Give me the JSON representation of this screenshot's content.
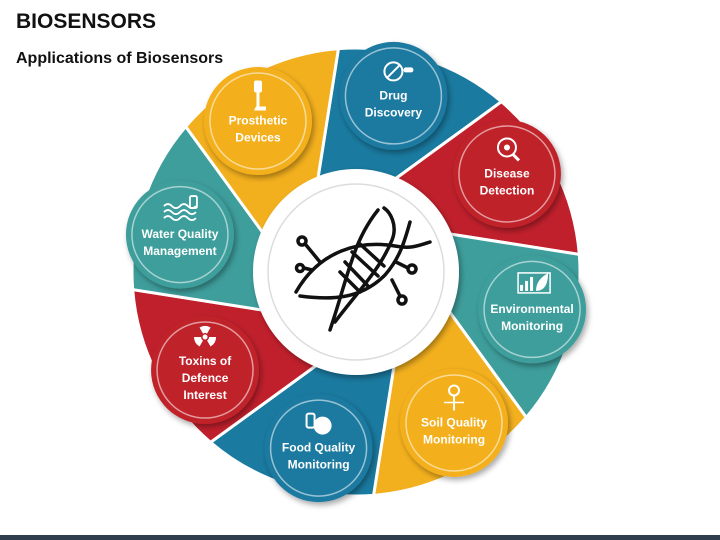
{
  "header": {
    "title": "BIOSENSORS",
    "subtitle": "Applications of Biosensors"
  },
  "center": {
    "icon": "dna-icon"
  },
  "nodes": [
    {
      "id": "drug",
      "lines": [
        "Drug",
        "Discovery"
      ],
      "color": "#1a7aa0",
      "icon": "pills-icon"
    },
    {
      "id": "disease",
      "lines": [
        "Disease",
        "Detection"
      ],
      "color": "#c0202c",
      "icon": "virus-magnifier-icon"
    },
    {
      "id": "environment",
      "lines": [
        "Environmental",
        "Monitoring"
      ],
      "color": "#3e9e9c",
      "icon": "leaf-chart-icon"
    },
    {
      "id": "soil",
      "lines": [
        "Soil Quality",
        "Monitoring"
      ],
      "color": "#f3b01e",
      "icon": "soil-probe-icon"
    },
    {
      "id": "food",
      "lines": [
        "Food Quality",
        "Monitoring"
      ],
      "color": "#1a7aa0",
      "icon": "food-icon"
    },
    {
      "id": "toxins",
      "lines": [
        "Toxins of",
        "Defence",
        "Interest"
      ],
      "color": "#c0202c",
      "icon": "radiation-icon"
    },
    {
      "id": "water",
      "lines": [
        "Water Quality",
        "Management"
      ],
      "color": "#3e9e9c",
      "icon": "water-wave-icon"
    },
    {
      "id": "prosthetic",
      "lines": [
        "Prosthetic",
        "Devices"
      ],
      "color": "#f3b01e",
      "icon": "prosthetic-leg-icon"
    }
  ],
  "colors": {
    "ring_gap": "#ffffff",
    "inner_ring": "#e3e3e3",
    "title": "#111111",
    "footer": "#2f3f4e"
  }
}
